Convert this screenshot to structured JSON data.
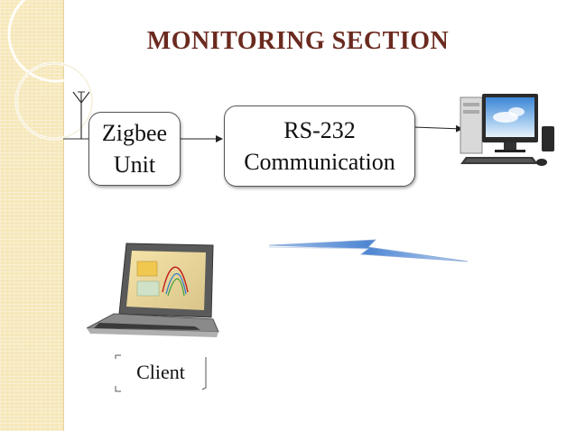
{
  "slide": {
    "title": "MONITORING SECTION"
  },
  "diagram": {
    "zigbee_box": {
      "line1": "Zigbee",
      "line2": "Unit"
    },
    "rs232_box": {
      "line1": "RS-232",
      "line2": "Communication"
    },
    "client_label": "Client"
  },
  "icons": [
    "antenna-icon",
    "desktop-computer-icon",
    "laptop-icon",
    "wireless-link-icon"
  ],
  "colors": {
    "title": "#6b2a1f",
    "side_band": "#f6e7b9",
    "lightning": "#5b8fd6"
  }
}
